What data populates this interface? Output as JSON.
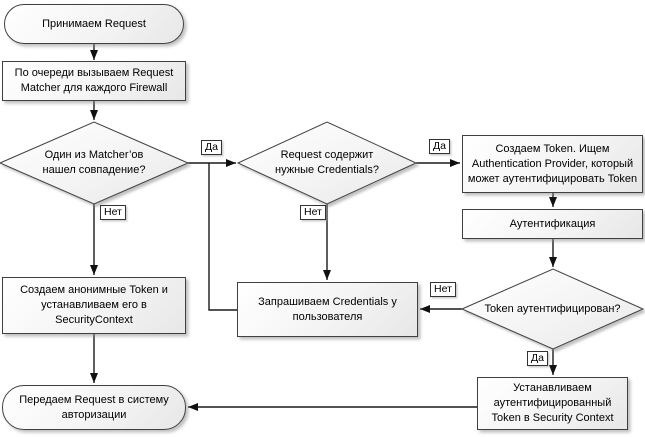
{
  "nodes": {
    "start": {
      "label": "Принимаем Request"
    },
    "call_matcher": {
      "label": "По очереди вызываем Request\nMatcher для каждого Firewall"
    },
    "matcher_found": {
      "label": "Один из Matcher’ов\nнашел совпадение?"
    },
    "has_credentials": {
      "label": "Request содержит\nнужные Credentials?"
    },
    "create_token": {
      "label": "Создаем Token. Ищем\nAuthentication Provider, который\nможет аутентифицировать Token"
    },
    "authentication": {
      "label": "Аутентификация"
    },
    "token_authenticated": {
      "label": "Token аутентифицирован?"
    },
    "anonymous_token": {
      "label": "Создаем анонимные Token и\nустанавливаем его в\nSecurityContext"
    },
    "request_credentials": {
      "label": "Запрашиваем Credentials у\nпользователя"
    },
    "set_token": {
      "label": "Устанавливаем\nаутентифицированный\nToken в Security Context"
    },
    "end": {
      "label": "Передаем Request в систему\nавторизации"
    }
  },
  "edge_labels": {
    "yes1": "Да",
    "no1": "Нет",
    "yes2": "Да",
    "no2": "Нет",
    "yes3": "Да",
    "no3": "Нет"
  },
  "colors": {
    "shape_fill_top": "#ffffff",
    "shape_fill_bottom": "#e7e7e7",
    "shape_border": "#404040",
    "line": "#1a1a1a",
    "text": "#000000",
    "background": "#ffffff"
  }
}
